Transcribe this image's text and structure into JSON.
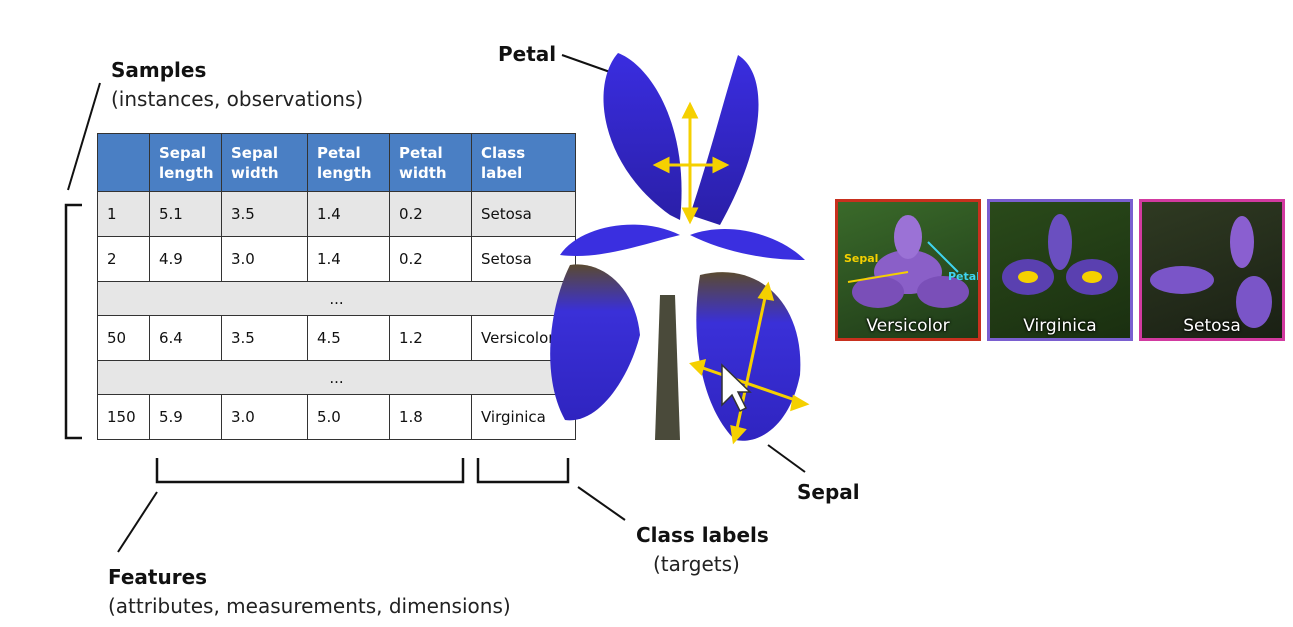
{
  "samples": {
    "title": "Samples",
    "subtitle": "(instances, observations)"
  },
  "features": {
    "title": "Features",
    "subtitle": "(attributes, measurements, dimensions)"
  },
  "class_labels": {
    "title": "Class labels",
    "subtitle": "(targets)"
  },
  "flower_labels": {
    "petal": "Petal",
    "sepal": "Sepal"
  },
  "table": {
    "headers": [
      {
        "line1": "",
        "line2": ""
      },
      {
        "line1": "Sepal",
        "line2": "length"
      },
      {
        "line1": "Sepal",
        "line2": "width"
      },
      {
        "line1": "Petal",
        "line2": "length"
      },
      {
        "line1": "Petal",
        "line2": "width"
      },
      {
        "line1": "Class",
        "line2": "label"
      }
    ],
    "rows": [
      [
        "1",
        "5.1",
        "3.5",
        "1.4",
        "0.2",
        "Setosa"
      ],
      [
        "2",
        "4.9",
        "3.0",
        "1.4",
        "0.2",
        "Setosa"
      ],
      [
        "50",
        "6.4",
        "3.5",
        "4.5",
        "1.2",
        "Versicolor"
      ],
      [
        "150",
        "5.9",
        "3.0",
        "5.0",
        "1.8",
        "Virginica"
      ]
    ],
    "ellipsis": "..."
  },
  "thumbnails": [
    {
      "name": "Versicolor",
      "border": "#c8301e",
      "sepal_tag": "Sepal",
      "petal_tag": "Petal"
    },
    {
      "name": "Virginica",
      "border": "#7a5fd0"
    },
    {
      "name": "Setosa",
      "border": "#d23aa0"
    }
  ],
  "colors": {
    "header_blue": "#4a7fc4",
    "row_gray": "#e6e6e6",
    "arrow_yellow": "#f5d000",
    "iris_blue": "#3b2fd6"
  }
}
